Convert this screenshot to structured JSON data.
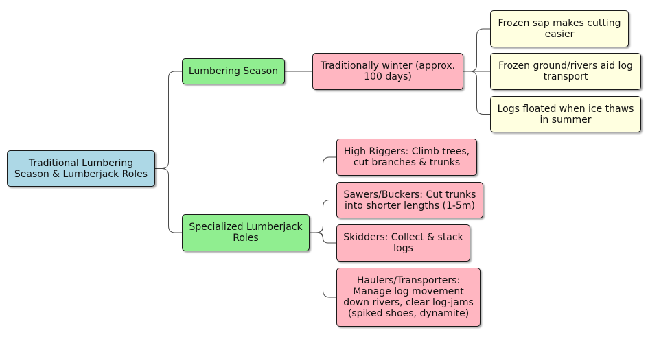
{
  "colors": {
    "root": "#add8e6",
    "branch": "#90ee90",
    "detail": "#ffb6c1",
    "leaf": "#ffffe0",
    "line": "#4a4a4a"
  },
  "root": {
    "label": "Traditional Lumbering\nSeason & Lumberjack Roles"
  },
  "season": {
    "label": "Lumbering Season",
    "winter": {
      "label": "Traditionally winter (approx.\n100 days)"
    },
    "reasons": [
      {
        "label": "Frozen sap makes cutting\neasier"
      },
      {
        "label": "Frozen ground/rivers aid log\ntransport"
      },
      {
        "label": "Logs floated when ice thaws\nin summer"
      }
    ]
  },
  "roles": {
    "label": "Specialized Lumberjack\nRoles",
    "items": [
      {
        "label": "High Riggers: Climb trees,\ncut branches & trunks"
      },
      {
        "label": "Sawers/Buckers: Cut trunks\ninto shorter lengths (1-5m)"
      },
      {
        "label": "Skidders: Collect & stack\nlogs"
      },
      {
        "label": "Haulers/Transporters:\nManage log movement\ndown rivers, clear log-jams\n(spiked shoes, dynamite)"
      }
    ]
  }
}
